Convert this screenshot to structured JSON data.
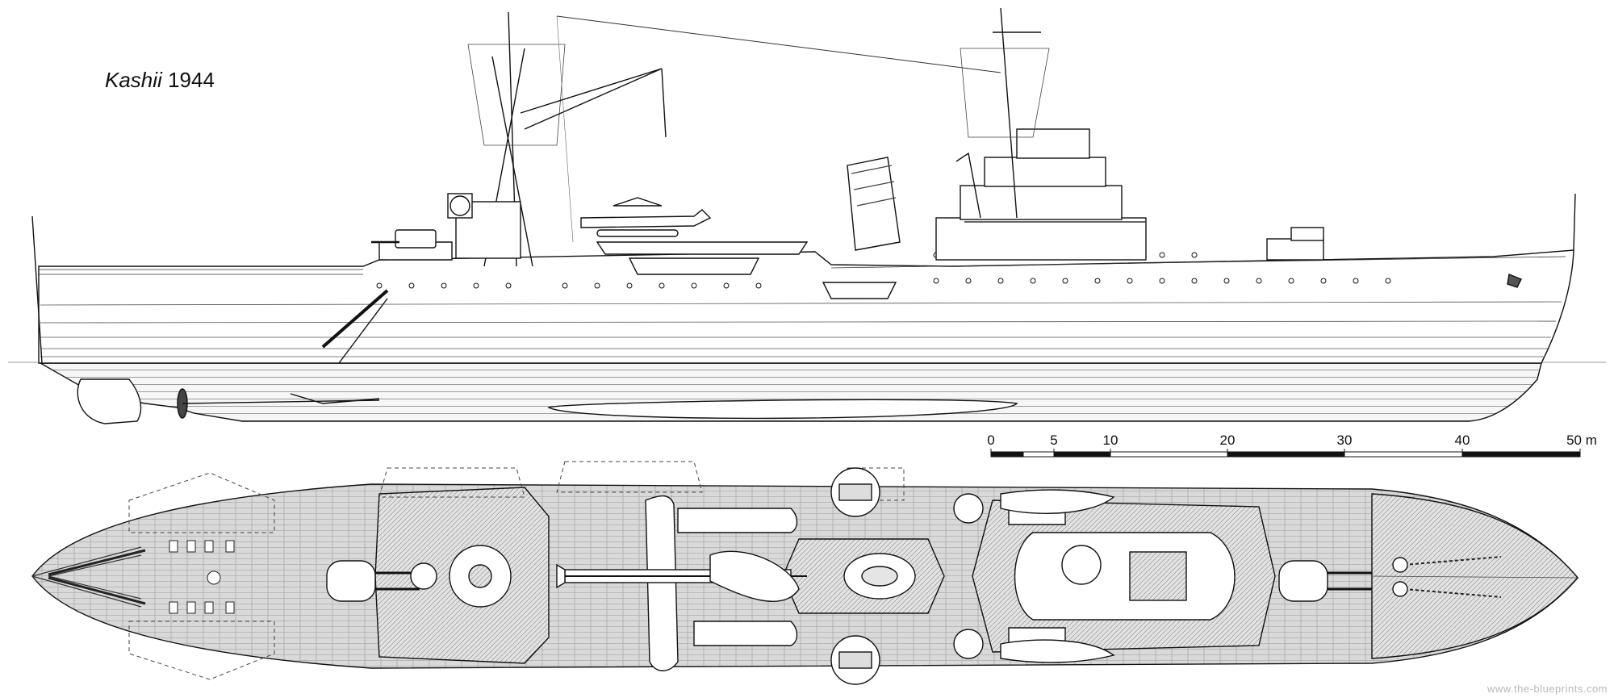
{
  "title": {
    "name": "Kashii",
    "year": "1944"
  },
  "scale_bar": {
    "labels": [
      "0",
      "5",
      "10",
      "20",
      "30",
      "40",
      "50 m"
    ]
  },
  "watermark": "www.the-blueprints.com",
  "colors": {
    "ink": "#111111",
    "deck_fill": "#d4d4d4",
    "water_line": "#999999"
  },
  "views": [
    "side-profile",
    "top-plan"
  ]
}
